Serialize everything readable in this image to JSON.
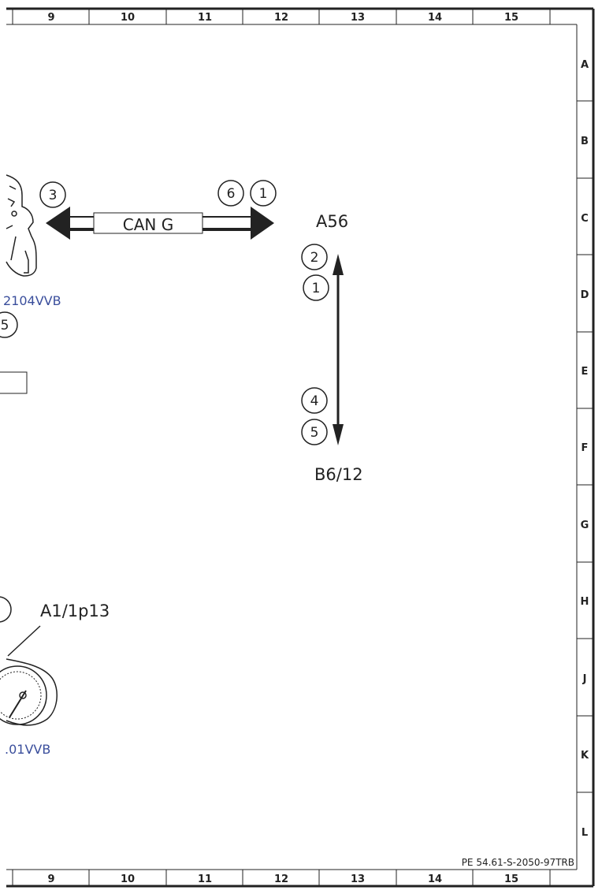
{
  "ruler": {
    "top_numbers": [
      "9",
      "10",
      "11",
      "12",
      "13",
      "14",
      "15"
    ],
    "bottom_numbers": [
      "9",
      "10",
      "11",
      "12",
      "13",
      "14",
      "15"
    ],
    "right_letters": [
      "A",
      "B",
      "C",
      "D",
      "E",
      "F",
      "G",
      "H",
      "J",
      "K",
      "L"
    ]
  },
  "bus": {
    "label": "CAN G",
    "left_pin": "3",
    "right_pins": [
      "6",
      "1"
    ]
  },
  "vertical_link": {
    "top_label": "A56",
    "bottom_label": "B6/12",
    "top_pins": [
      "2",
      "1"
    ],
    "bottom_pins": [
      "4",
      "5"
    ]
  },
  "partial": {
    "ref_top": "2104VVB",
    "ref_bottom": ".01VVB",
    "component_label": "A1/1p13",
    "pin_partial_top": "5",
    "pin_partial_bottom": ")"
  },
  "document_code": "PE 54.61-S-2050-97TRB"
}
